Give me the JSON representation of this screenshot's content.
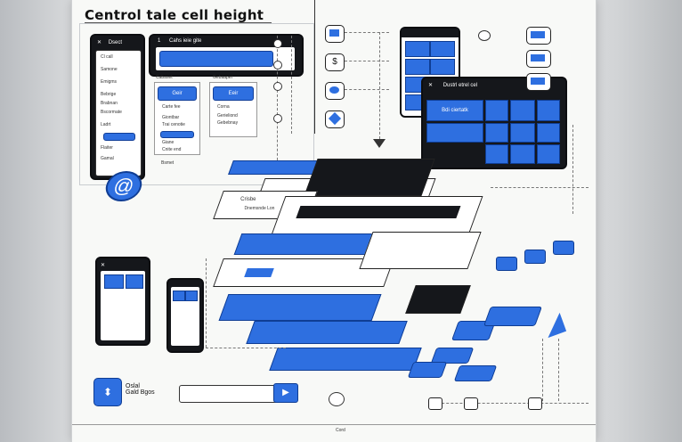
{
  "title": "Centrol tale cell height",
  "left_panel": {
    "header_text": "Dsect",
    "items": [
      "Cl call",
      "Samone",
      "Emigms",
      "Bebrige",
      "Brabnan",
      "Bscormate",
      "Ladrt",
      "Flaiter",
      "Gamal"
    ]
  },
  "top_panel": {
    "header_text": "Cahs ieie gite",
    "col_headers": [
      "Cabaset",
      "Gebaaper"
    ],
    "buttons": [
      "Geir",
      "Eeir"
    ],
    "rows_left": [
      "Carte fee",
      "Giontbar",
      "Trai cenotie",
      "Giane",
      "Cnite end",
      "Bsmet"
    ],
    "rows_right": [
      "Corna",
      "Gerieliond",
      "Gebebnay"
    ]
  },
  "center_layer": {
    "label": "Crisbe",
    "sub_label": "Dnemsnde Lon"
  },
  "right_panel": {
    "header_text": "Dustrl etrel cel",
    "sub_text": "Bdi ciertatk"
  },
  "bottom_left": {
    "line1": "Oslal",
    "line2": "Gald Bgos",
    "bottom_label": "Cord"
  },
  "colors": {
    "accent": "#2e6fe0",
    "dark": "#15171b",
    "paper": "#f8f9f7"
  },
  "icons": [
    "at-sign-icon",
    "checkbox-icon",
    "dollar-icon",
    "monitor-icon",
    "cube-icon",
    "arrow-icon",
    "play-icon"
  ]
}
